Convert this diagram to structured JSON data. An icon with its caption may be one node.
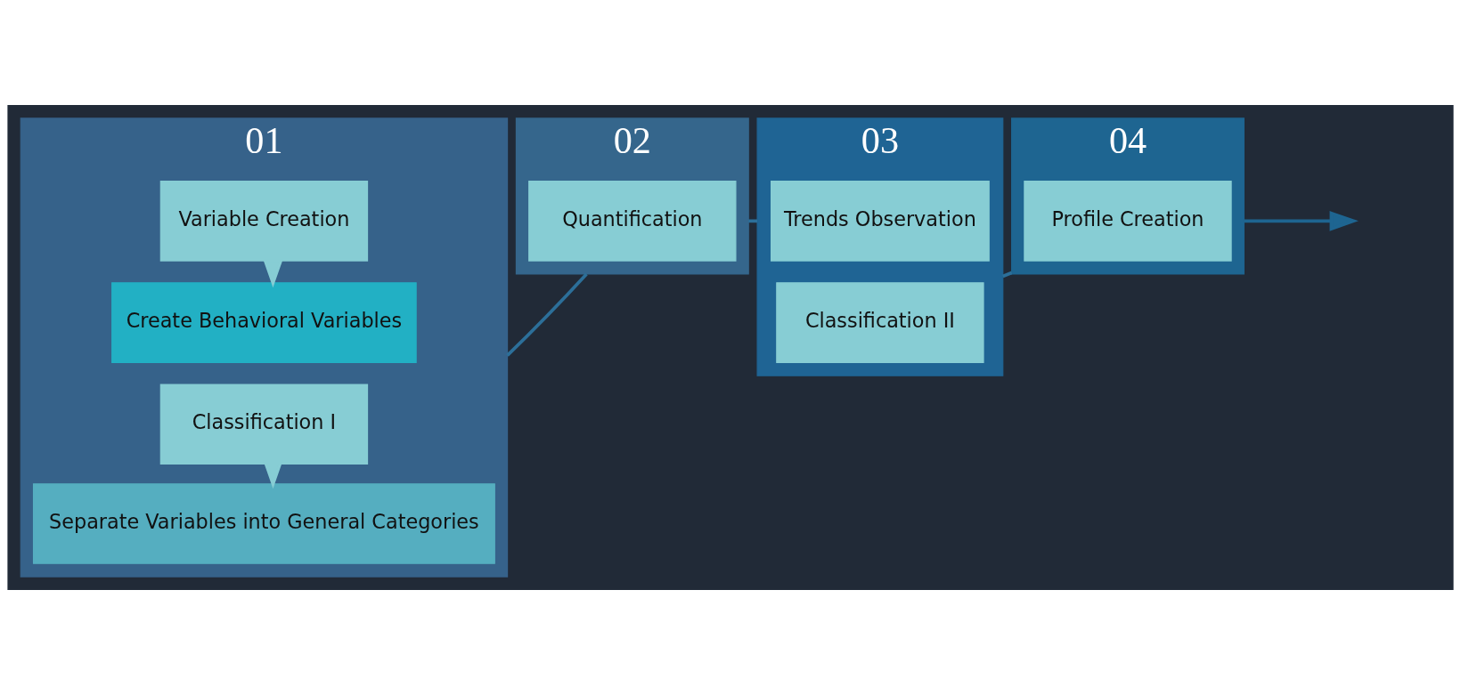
{
  "diagram": {
    "nodes": [
      {
        "text": [
          "01"
        ]
      },
      {
        "text": [
          "Variable Creation"
        ],
        "in": 0
      },
      {
        "text": [
          "Create Behavioral Variables"
        ],
        "in": 0
      },
      {
        "text": [
          "Classification I"
        ],
        "in": 0
      },
      {
        "text": [
          "Separate Variables into General Categories"
        ],
        "in": 0
      },
      {
        "text": [
          "02"
        ]
      },
      {
        "text": [
          "Quantification"
        ],
        "in": 5
      },
      {
        "text": [
          "03"
        ]
      },
      {
        "text": [
          "Trends Observation"
        ],
        "in": 7
      },
      {
        "text": [
          "Classification II"
        ],
        "in": 7
      },
      {
        "text": [
          "04"
        ]
      },
      {
        "text": [
          "Profile Creation"
        ],
        "in": 10
      }
    ],
    "edges": [
      {
        "from": 1,
        "to": 2,
        "arrow": "to",
        "color": "#87cdd4"
      },
      {
        "from": 3,
        "to": 4,
        "arrow": "to",
        "color": "#87cdd4"
      },
      {
        "from": 0,
        "to": 5,
        "arrow": "none"
      },
      {
        "from": 5,
        "to": 7,
        "arrow": "none"
      },
      {
        "from": 7,
        "to": 10,
        "arrow": "none"
      },
      {
        "from": 10,
        "to": null,
        "arrow": "to",
        "color": "#1e6591"
      }
    ]
  }
}
